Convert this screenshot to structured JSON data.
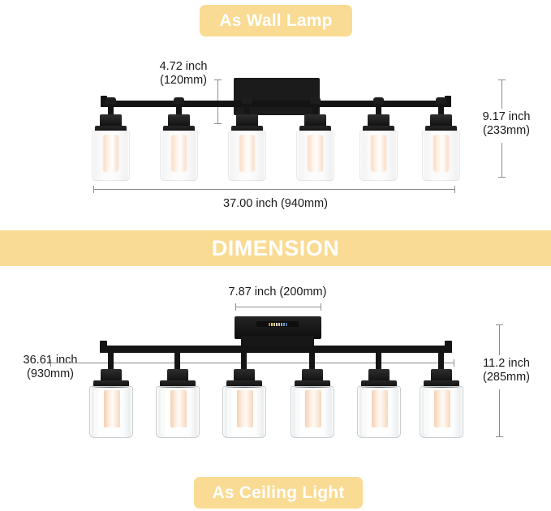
{
  "labels": {
    "wall_lamp": "As Wall Lamp",
    "ceiling_light": "As Ceiling Light",
    "banner": "DIMENSION"
  },
  "colors": {
    "accent": "#fadb93",
    "label_text": "#ffffff",
    "dimension_line": "#8c8c8c",
    "fixture_black": "#141414",
    "bulb_warm": "#f7d7bd"
  },
  "wall_lamp": {
    "light_count": 6,
    "dimensions": {
      "depth": {
        "inch": "4.72 inch",
        "mm": "(120mm)",
        "label": "4.72 inch (120mm)"
      },
      "height": {
        "inch": "9.17 inch",
        "mm": "(233mm)",
        "label": "9.17 inch (233mm)"
      },
      "width": {
        "label": "37.00 inch (940mm)"
      }
    }
  },
  "ceiling_light": {
    "light_count": 6,
    "dimensions": {
      "canopy": {
        "label": "7.87 inch (200mm)"
      },
      "width": {
        "inch": "36.61 inch",
        "mm": "(930mm)",
        "label": "36.61 inch (930mm)"
      },
      "height": {
        "inch": "11.2 inch",
        "mm": "(285mm)",
        "label": "11.2 inch (285mm)"
      }
    }
  }
}
